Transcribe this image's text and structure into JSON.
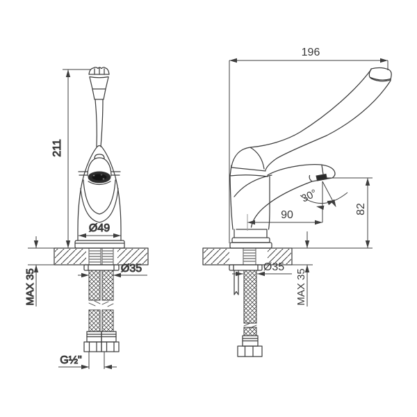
{
  "drawing": {
    "title": "single-lever-medical-faucet-dimensional-drawing",
    "front_view": {
      "height": "211",
      "base_diameter": "Ø49",
      "shank_diameter": "Ø35",
      "max_deck_thickness": "MAX 35",
      "thread_size": "G½\""
    },
    "side_view": {
      "length": "196",
      "spout_angle": "30°",
      "spout_reach": "90",
      "spout_height": "82",
      "shank_diameter": "Ø35",
      "max_deck_thickness": "MAX 35"
    },
    "colors": {
      "line": "#3d3d3d",
      "text": "#383838",
      "background": "#ffffff",
      "aerator_fill": "#2b2b2b"
    }
  }
}
